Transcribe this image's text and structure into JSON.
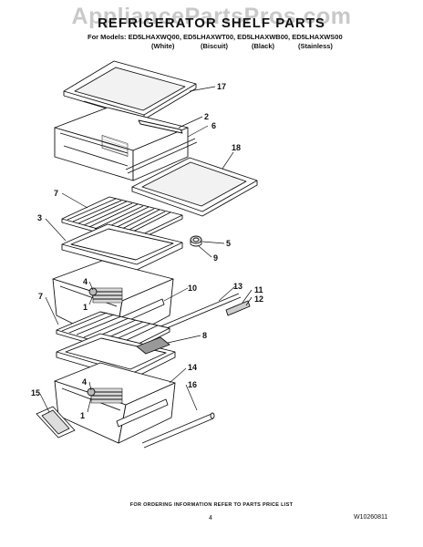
{
  "watermark": "AppliancePartsPros.com",
  "title": "REFRIGERATOR SHELF PARTS",
  "models": "For Models: ED5LHAXWQ00, ED5LHAXWT00, ED5LHAXWB00, ED5LHAXWS00",
  "colors": [
    "(White)",
    "(Biscuit)",
    "(Black)",
    "(Stainless)"
  ],
  "callouts": {
    "c17": "17",
    "c2": "2",
    "c6": "6",
    "c18": "18",
    "c7a": "7",
    "c3": "3",
    "c5": "5",
    "c9": "9",
    "c4a": "4",
    "c1a": "1",
    "c10": "10",
    "c13": "13",
    "c11": "11",
    "c12": "12",
    "c7b": "7",
    "c8": "8",
    "c14": "14",
    "c4b": "4",
    "c16": "16",
    "c15": "15",
    "c1b": "1"
  },
  "footer": {
    "note": "FOR ORDERING INFORMATION REFER TO PARTS PRICE LIST",
    "page": "4",
    "doc_number": "W10260811"
  }
}
